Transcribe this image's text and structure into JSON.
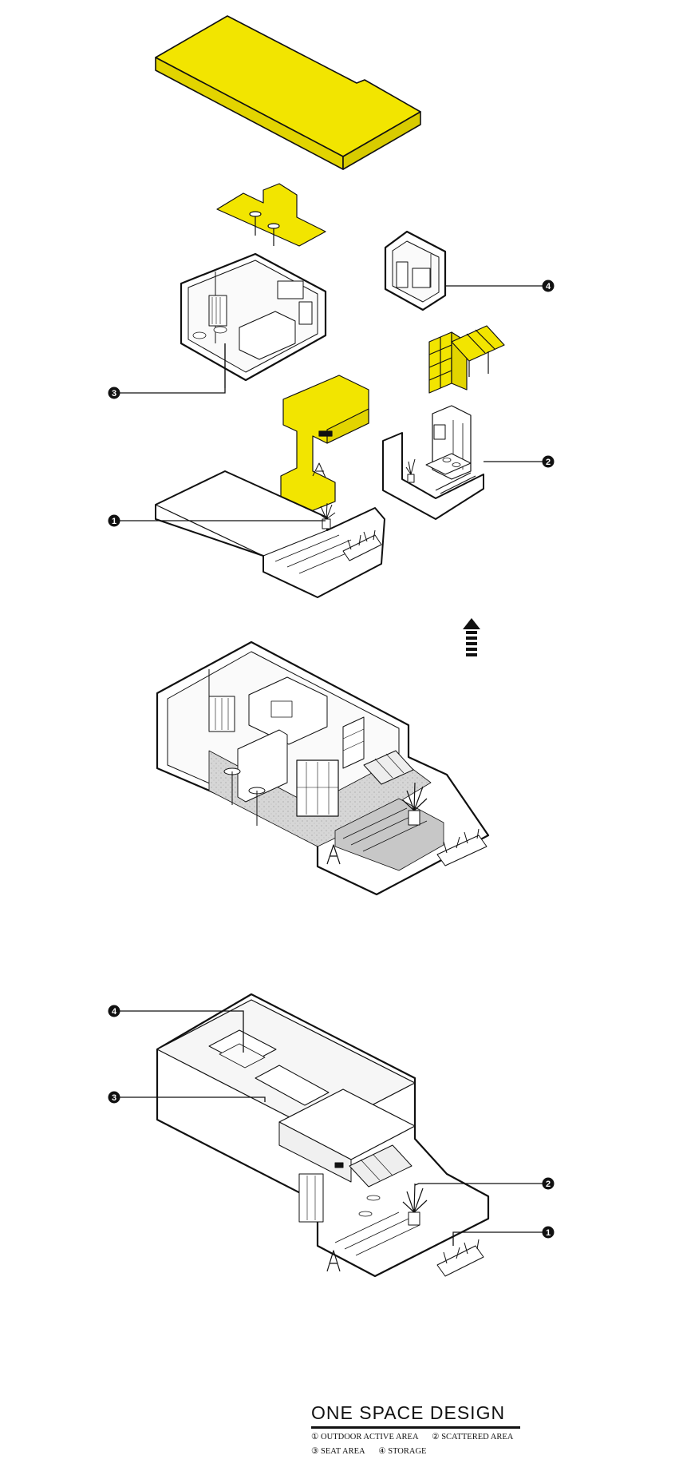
{
  "callouts": {
    "top_3": "3",
    "top_4": "4",
    "top_2": "2",
    "top_1": "1",
    "bottom_4": "4",
    "bottom_3": "3",
    "bottom_2": "2",
    "bottom_1": "1"
  },
  "legend": {
    "title": "ONE SPACE DESIGN",
    "items": [
      "① OUTDOOR ACTIVE AREA",
      "② SCATTERED AREA",
      "③ SEAT AREA",
      "④ STORAGE"
    ]
  },
  "colors": {
    "highlight": "#f2e500",
    "line": "#111111",
    "floor": "#d6d6d6"
  },
  "icons": [
    "up-arrow-icon",
    "callout-marker-icon"
  ]
}
